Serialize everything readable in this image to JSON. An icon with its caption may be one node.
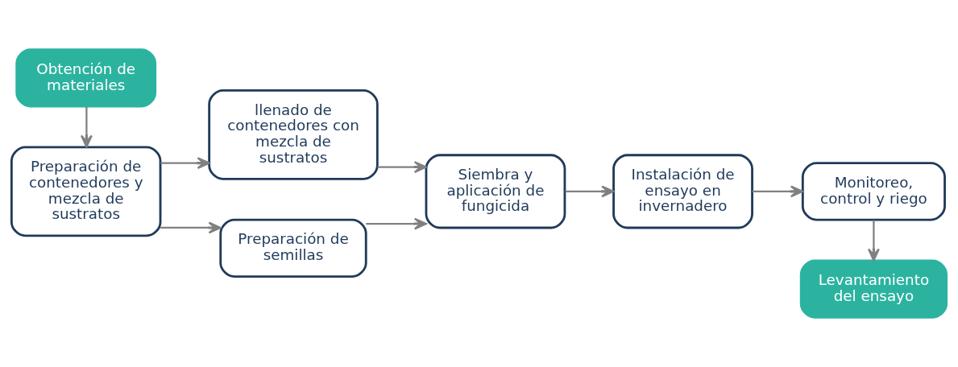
{
  "diagram": {
    "nodes": [
      {
        "text": [
          "Obtención de materiales"
        ]
      },
      {
        "text": [
          "Preparación de contenedores y mezcla de sustratos"
        ]
      },
      {
        "text": [
          "llenado de contenedores con mezcla de sustratos"
        ]
      },
      {
        "text": [
          "Preparación de semillas"
        ]
      },
      {
        "text": [
          "Siembra y aplicación de fungicida"
        ]
      },
      {
        "text": [
          "Instalación de ensayo en invernadero"
        ]
      },
      {
        "text": [
          "Monitoreo, control y riego"
        ]
      },
      {
        "text": [
          "Levantamiento del ensayo"
        ]
      }
    ],
    "edges": [
      {
        "from": 0,
        "to": 1,
        "arrow": "to"
      },
      {
        "from": 1,
        "to": 2,
        "arrow": "to"
      },
      {
        "from": 1,
        "to": 3,
        "arrow": "to"
      },
      {
        "from": 2,
        "to": 4,
        "arrow": "to"
      },
      {
        "from": 3,
        "to": 4,
        "arrow": "to"
      },
      {
        "from": 4,
        "to": 5,
        "arrow": "to"
      },
      {
        "from": 5,
        "to": 6,
        "arrow": "to"
      },
      {
        "from": 6,
        "to": 7,
        "arrow": "to"
      }
    ]
  }
}
